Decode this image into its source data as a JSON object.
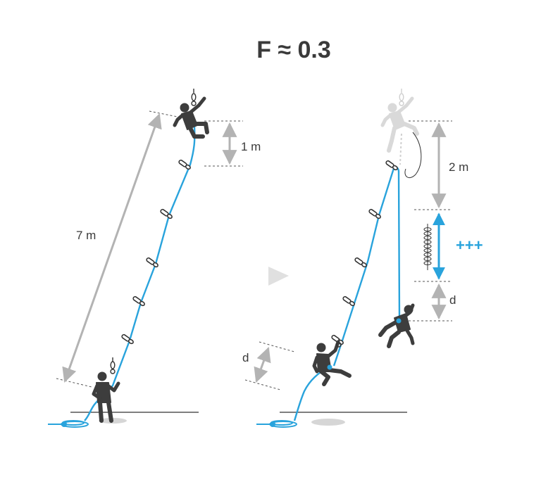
{
  "title": "F ≈ 0.3",
  "left": {
    "height_label": "7 m",
    "gap_label": "1 m"
  },
  "right": {
    "fall_label": "2 m",
    "stretch_label": "+++",
    "drop_label": "d",
    "belayer_lift_label": "d"
  },
  "colors": {
    "rope": "#29a3dc",
    "dimension": "#b3b3b3",
    "figure": "#3d3d3d",
    "ghost": "#d9d9d9",
    "ground": "#333333",
    "shadow": "#d6d6d6"
  },
  "icons": [
    "arrow-right-icon",
    "quickdraw-icon",
    "anchor-bolt-icon",
    "spring-icon"
  ]
}
